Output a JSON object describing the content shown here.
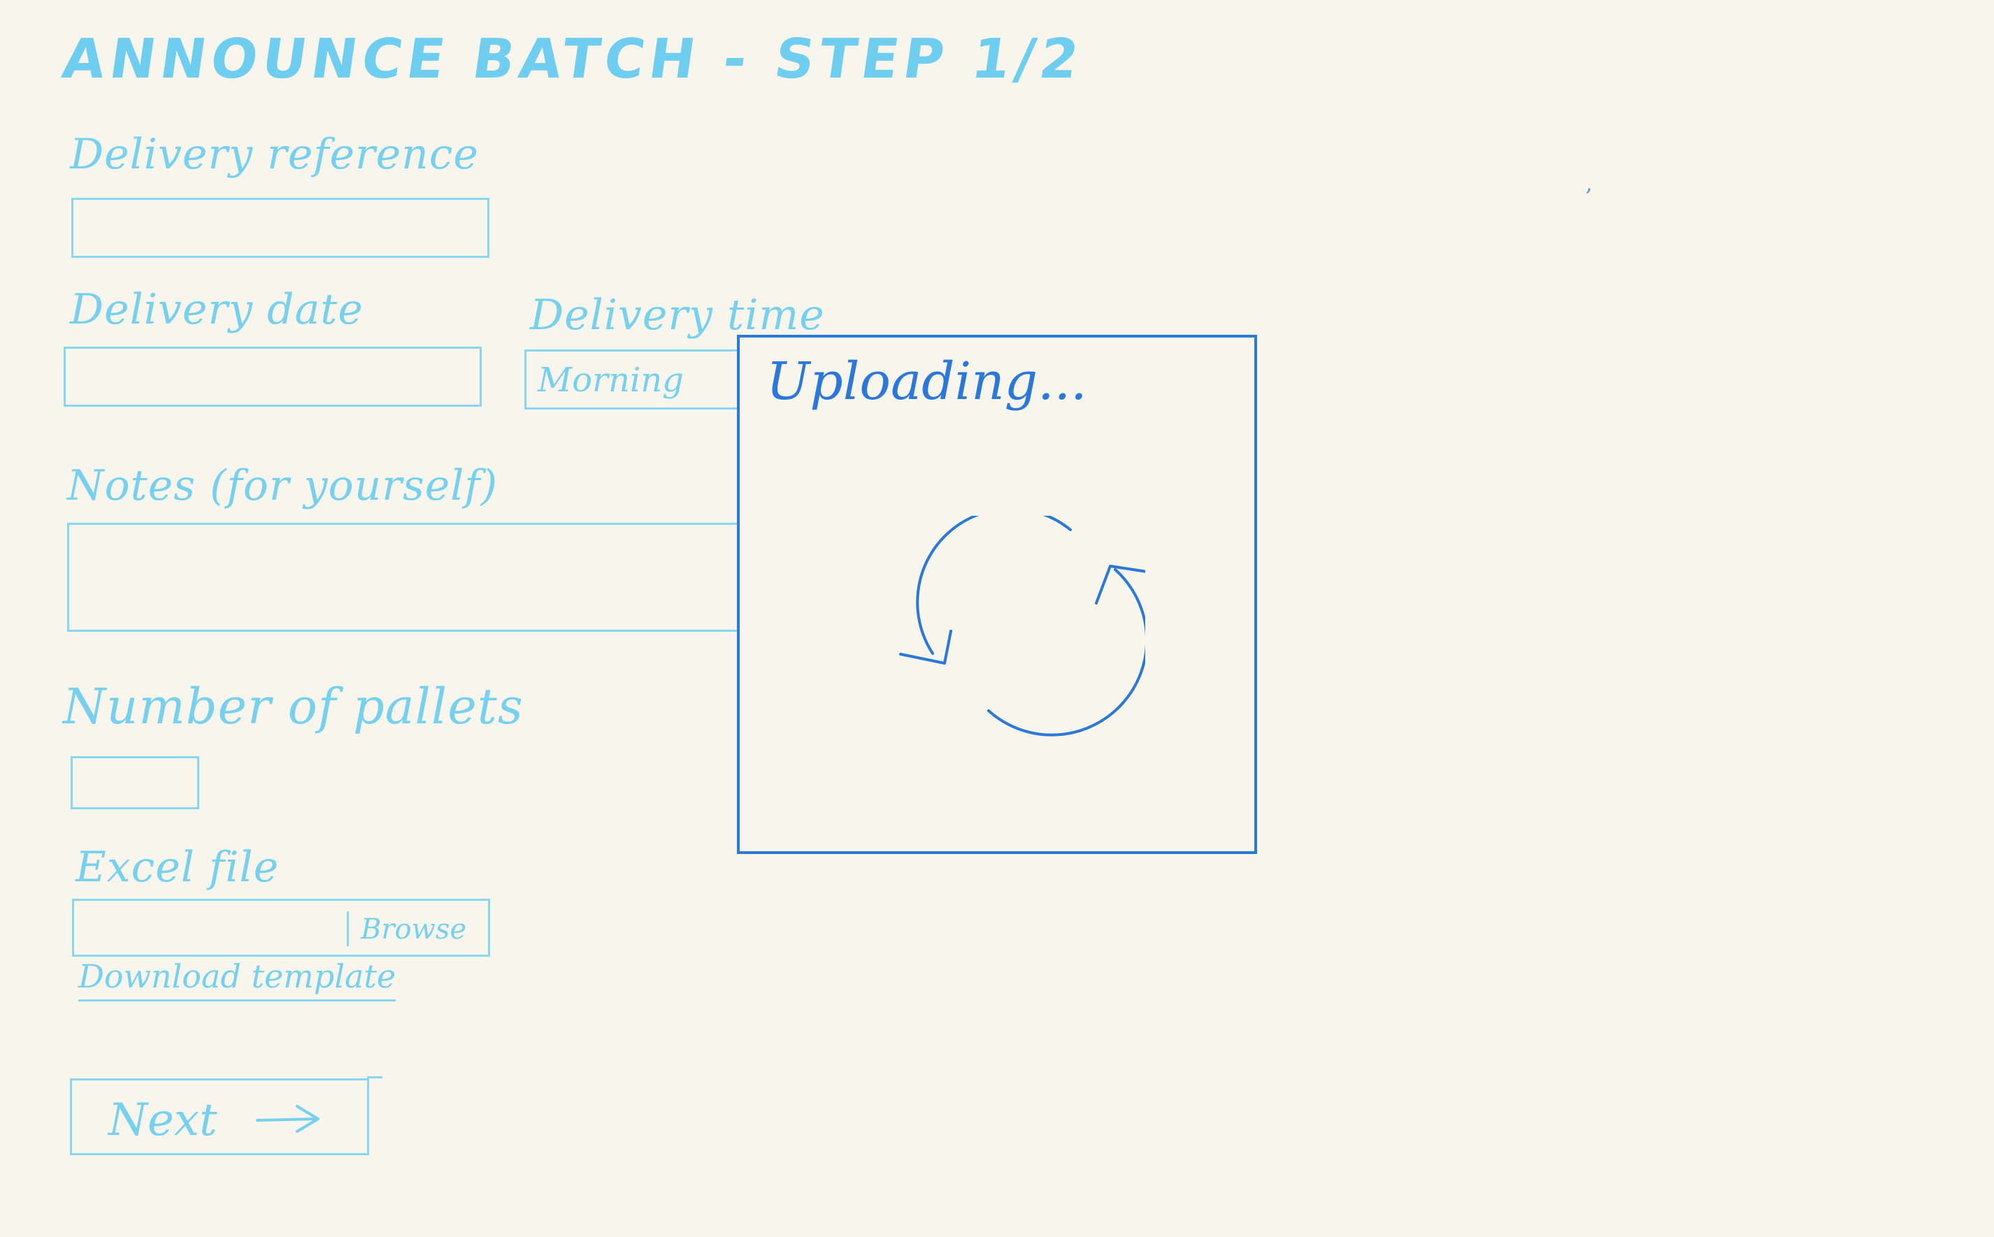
{
  "page": {
    "title": "ANNOUNCE BATCH - STEP 1/2"
  },
  "form": {
    "delivery_reference": {
      "label": "Delivery reference",
      "value": ""
    },
    "delivery_date": {
      "label": "Delivery date",
      "value": ""
    },
    "delivery_time": {
      "label": "Delivery time",
      "value": "Morning"
    },
    "notes": {
      "label": "Notes (for yourself)",
      "value": ""
    },
    "number_of_pallets": {
      "label": "Number of pallets",
      "value": ""
    },
    "excel_file": {
      "label": "Excel file",
      "value": "",
      "browse_label": "Browse",
      "download_template_label": "Download template"
    },
    "next_button": {
      "label": "Next",
      "icon": "arrow-right-icon"
    }
  },
  "upload_modal": {
    "title": "Uploading...",
    "icon": "refresh-spinner-icon"
  },
  "stray_mark": ",",
  "colors": {
    "background": "#f7f5ec",
    "sketch_light": "#77d0ee",
    "modal_blue": "#2b78d8"
  }
}
